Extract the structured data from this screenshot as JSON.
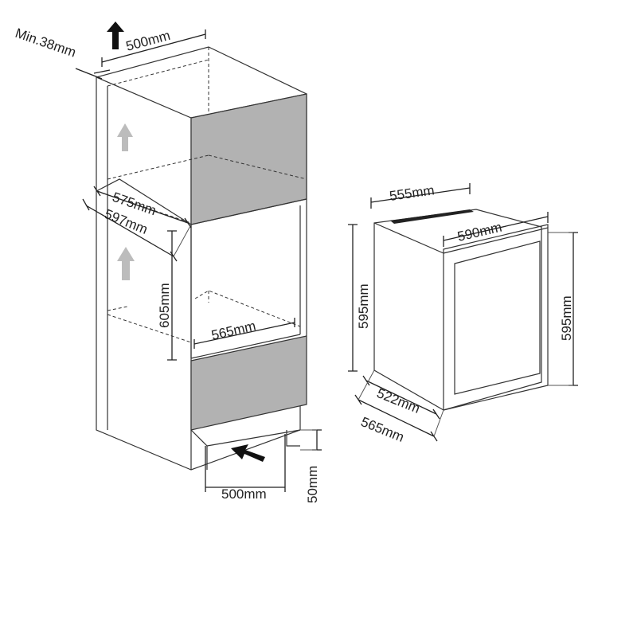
{
  "labels": {
    "min_gap": "Min.38mm",
    "top_depth": "500mm",
    "niche_depth_inner": "575mm",
    "niche_depth_outer": "597mm",
    "niche_height": "605mm",
    "niche_width": "565mm",
    "vent_depth": "500mm",
    "vent_height": "50mm",
    "unit_width": "555mm",
    "door_width": "590mm",
    "unit_height_left": "595mm",
    "unit_height_right": "595mm",
    "unit_depth": "522mm",
    "unit_depth_total": "565mm"
  },
  "colors": {
    "panel": "#b2b2b2",
    "arrow_grey": "#bcbcbc",
    "line": "#333333"
  }
}
